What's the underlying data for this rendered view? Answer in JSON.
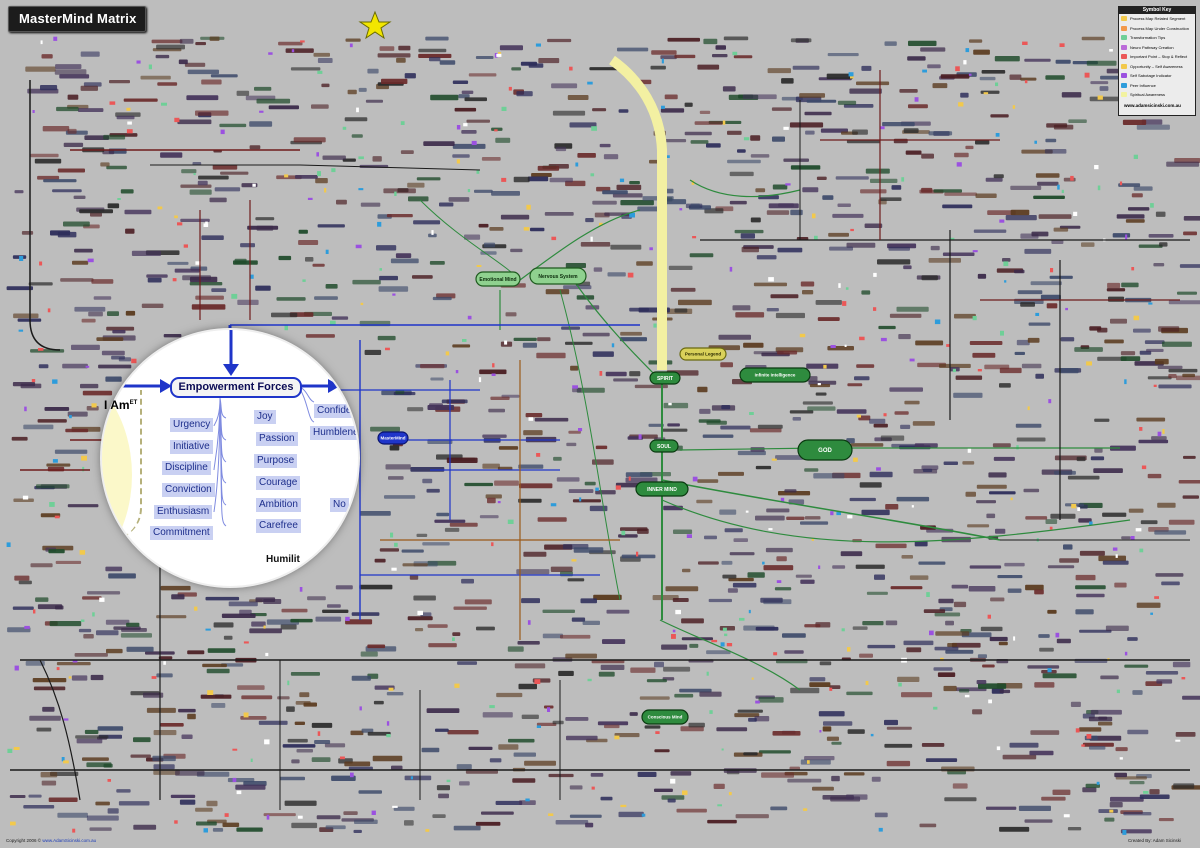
{
  "title": "MasterMind Matrix",
  "symbol_key": {
    "title": "Symbol Key",
    "items": [
      {
        "label": "Process Map Related Segment",
        "color": "#f2c94c"
      },
      {
        "label": "Process Map Under Construction",
        "color": "#f2994a"
      },
      {
        "label": "Transformation Tips",
        "color": "#6fcf97"
      },
      {
        "label": "Neuro Pathway Creation",
        "color": "#bb6bd9"
      },
      {
        "label": "Important Point – Stop & Reflect",
        "color": "#eb5757"
      },
      {
        "label": "Opportunity – Self Awareness",
        "color": "#f2c94c"
      },
      {
        "label": "Self Sabotage Indicator",
        "color": "#9b51e0"
      },
      {
        "label": "Peer Influence",
        "color": "#2d9cdb"
      },
      {
        "label": "Spiritual Awareness",
        "color": "#f2f2a0"
      }
    ],
    "url": "www.adamsicinski.com.au"
  },
  "magnifier": {
    "am_label": "I Am",
    "am_sup": "ET",
    "center": "Empowerment Forces",
    "left": [
      "Urgency",
      "Initiative",
      "Discipline",
      "Conviction",
      "Enthusiasm",
      "Commitment"
    ],
    "right": [
      "Joy",
      "Passion",
      "Purpose",
      "Courage",
      "Ambition",
      "Carefree"
    ],
    "fragments": [
      "Confide",
      "Humblene",
      "No",
      "Humilit"
    ]
  },
  "major_nodes": {
    "emotional_mind": "Emotional Mind",
    "nervous_system": "Nervous System",
    "spirit": "SPIRIT",
    "soul": "SOUL",
    "inner_mind": "INNER MIND",
    "god": "GOD",
    "mastermind": "MasterMind",
    "personal_legend": "Personal Legend",
    "infinite_intelligence": "Infinite Intelligence",
    "conscious_mind": "Conscious Mind"
  },
  "footer": {
    "copyright": "Copyright 2006 ©",
    "url": "www.AdamSicinski.com.au",
    "created_by": "Created By: Adam Sicinski"
  },
  "colors": {
    "background": "#bdbdbd",
    "empowerment_blue": "#1f35c9",
    "spirit_green": "#2e8b3e",
    "spirit_yellow_band": "#f3f0a2",
    "maroon": "#6e1d1d",
    "dark": "#1a1a1a"
  }
}
